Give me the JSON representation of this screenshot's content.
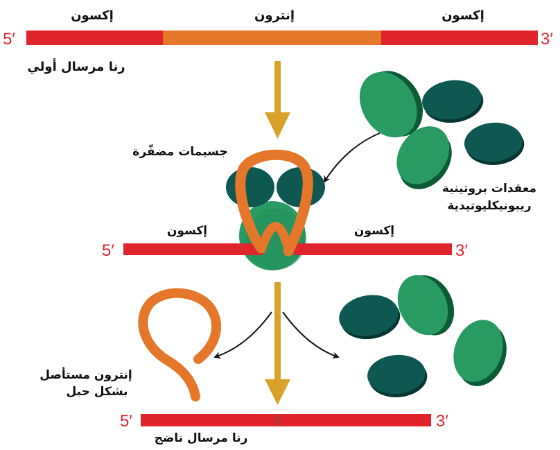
{
  "labels": {
    "exon_top_left": "إكسون",
    "intron_top": "إنترون",
    "exon_top_right": "إكسون",
    "pre_mrna": "رنا مرسال أولي",
    "spliceosome": "جسيمات مضفّرة",
    "snrnp_line1": "معقدات بروتينية",
    "snrnp_line2": "ريبونيكليوتيدية",
    "exon_mid_left": "إكسون",
    "exon_mid_right": "إكسون",
    "lariat_line1": "إنترون مستأصل",
    "lariat_line2": "بشكل حبل",
    "mature_mrna": "رنا مرسال ناضج"
  },
  "ends": {
    "five_prime": "5′",
    "three_prime": "3′"
  },
  "colors": {
    "exon": "#e0242b",
    "intron": "#e5772a",
    "arrow": "#d9a12a",
    "snrnp_dark": "#0f5852",
    "snrnp_light": "#2a9a63"
  }
}
